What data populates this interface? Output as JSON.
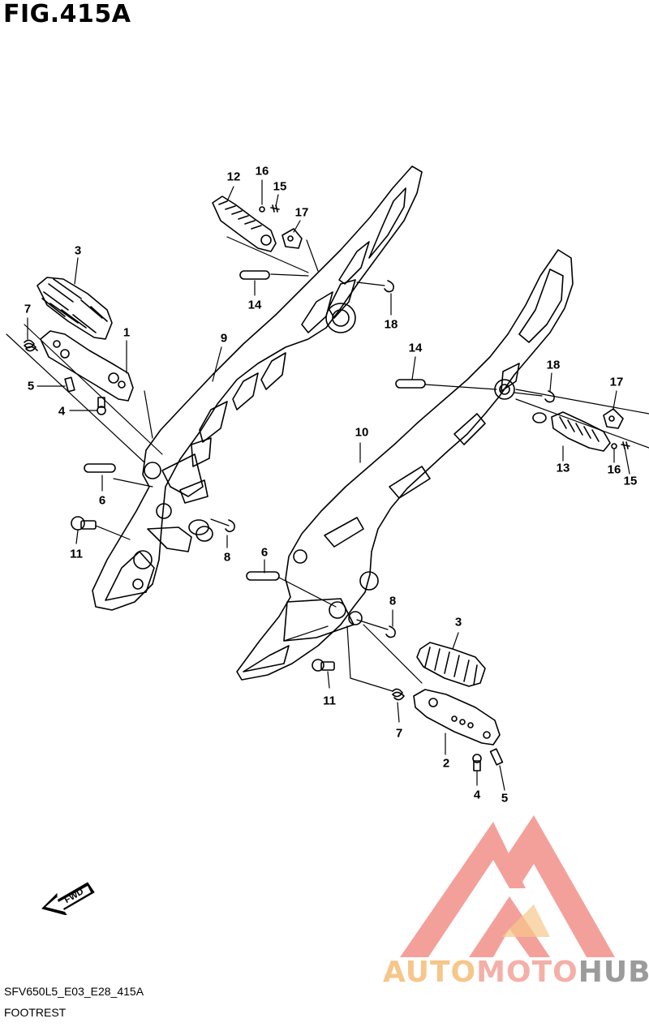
{
  "figure_title": "FIG.415A",
  "code": "SFV650L5_E03_E28_415A",
  "caption": "FOOTREST",
  "fwd_label": "FWD",
  "brand": {
    "part1": "AUTO",
    "part2": "MOTO",
    "part3": "HUB"
  },
  "colors": {
    "line": "#000000",
    "logo_red": "#f4a09a",
    "logo_orange": "#f7c88a",
    "logo_gray": "#9b9b9b"
  },
  "callouts": {
    "left_12": "12",
    "left_16": "16",
    "left_15": "15",
    "left_17": "17",
    "left_3": "3",
    "left_7": "7",
    "left_1": "1",
    "left_9": "9",
    "left_5": "5",
    "left_4": "4",
    "left_6": "6",
    "left_11": "11",
    "left_8": "8",
    "left_14": "14",
    "left_18": "18",
    "right_14": "14",
    "right_18": "18",
    "right_17": "17",
    "right_10": "10",
    "right_13": "13",
    "right_16": "16",
    "right_15": "15",
    "right_6": "6",
    "right_8": "8",
    "right_3": "3",
    "right_11": "11",
    "right_7": "7",
    "right_2": "2",
    "right_4": "4",
    "right_5": "5"
  }
}
